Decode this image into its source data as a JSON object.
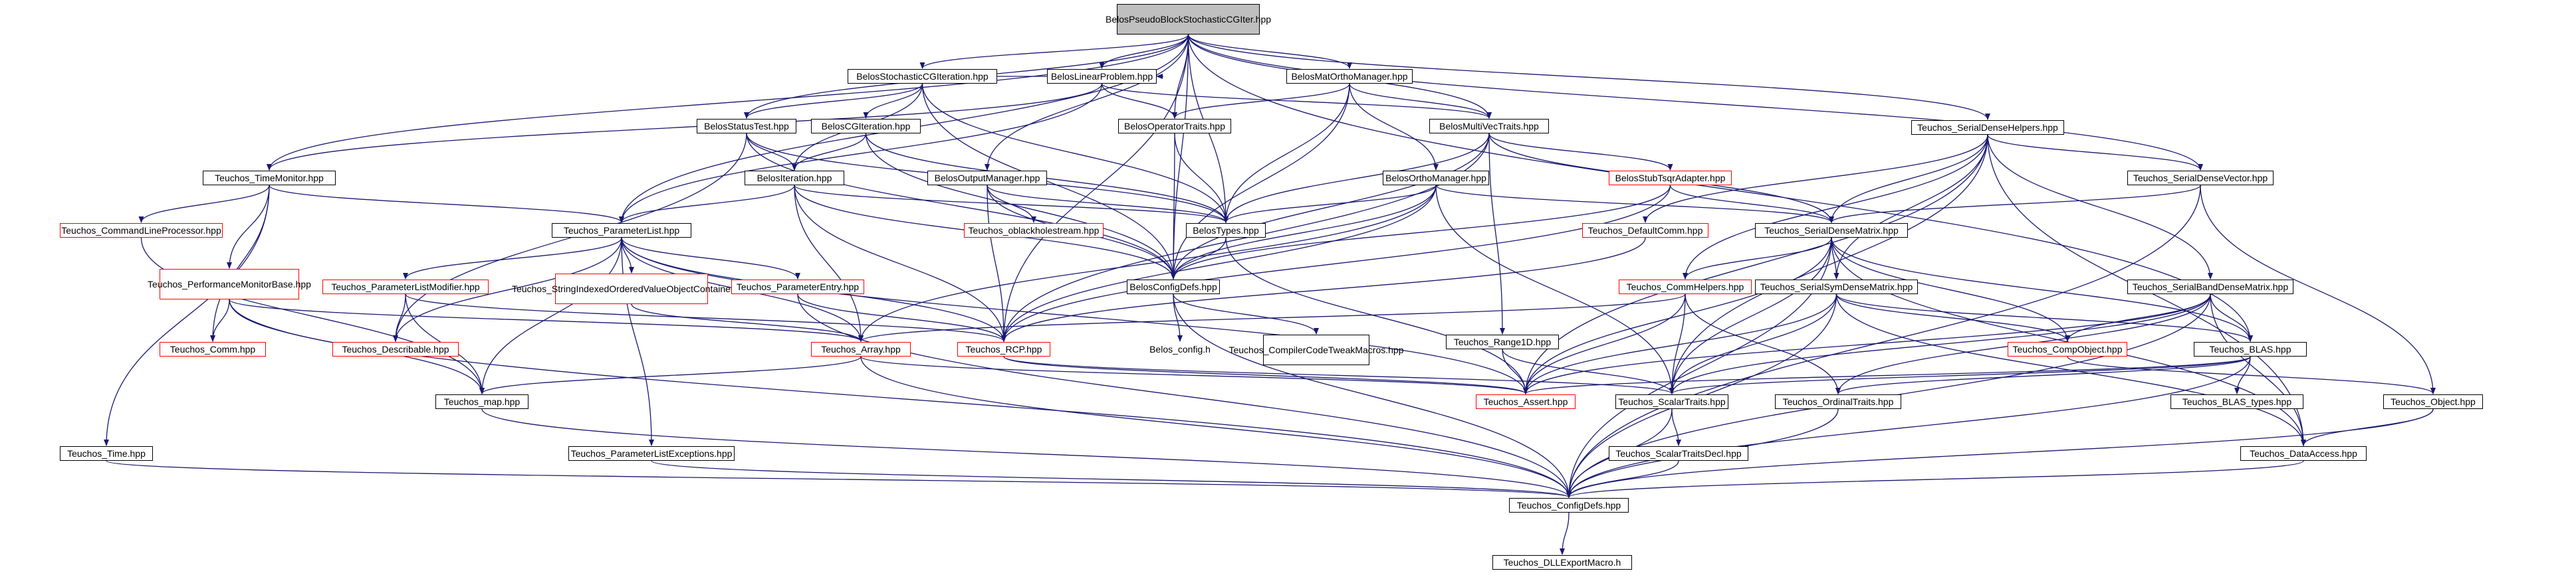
{
  "colors": {
    "edge": "#191970",
    "missing_border": "#ff0000",
    "root_fill": "#bfbfbf"
  },
  "nodes": [
    {
      "id": "root",
      "lines": [
        "BelosPseudoBlockStochastic",
        "CGIter.hpp"
      ]
    },
    {
      "id": "stochcg",
      "lines": [
        "BelosStochasticCGIteration.hpp"
      ]
    },
    {
      "id": "linprob",
      "lines": [
        "BelosLinearProblem.hpp"
      ]
    },
    {
      "id": "matortho",
      "lines": [
        "BelosMatOrthoManager.hpp"
      ]
    },
    {
      "id": "sdhelpers",
      "lines": [
        "Teuchos_SerialDenseHelpers.hpp"
      ]
    },
    {
      "id": "stattest",
      "lines": [
        "BelosStatusTest.hpp"
      ]
    },
    {
      "id": "cgiter",
      "lines": [
        "BelosCGIteration.hpp"
      ]
    },
    {
      "id": "opertraits",
      "lines": [
        "BelosOperatorTraits.hpp"
      ]
    },
    {
      "id": "multivec",
      "lines": [
        "BelosMultiVecTraits.hpp"
      ]
    },
    {
      "id": "timemon",
      "lines": [
        "Teuchos_TimeMonitor.hpp"
      ]
    },
    {
      "id": "outman",
      "lines": [
        "BelosOutputManager.hpp"
      ]
    },
    {
      "id": "iteration",
      "lines": [
        "BelosIteration.hpp"
      ]
    },
    {
      "id": "orthoman",
      "lines": [
        "BelosOrthoManager.hpp"
      ]
    },
    {
      "id": "stubtsqr",
      "lines": [
        "BelosStubTsqrAdapter.hpp"
      ]
    },
    {
      "id": "sdvector",
      "lines": [
        "Teuchos_SerialDenseVector.hpp"
      ]
    },
    {
      "id": "cmdline",
      "lines": [
        "Teuchos_CommandLineProcessor.hpp"
      ]
    },
    {
      "id": "blackhole",
      "lines": [
        "Teuchos_oblackholestream.hpp"
      ]
    },
    {
      "id": "belostypes",
      "lines": [
        "BelosTypes.hpp"
      ]
    },
    {
      "id": "defcomm",
      "lines": [
        "Teuchos_DefaultComm.hpp"
      ]
    },
    {
      "id": "sdmatrix",
      "lines": [
        "Teuchos_SerialDenseMatrix.hpp"
      ]
    },
    {
      "id": "paramlist",
      "lines": [
        "Teuchos_ParameterList.hpp"
      ]
    },
    {
      "id": "perfmon",
      "lines": [
        "Teuchos_PerformanceMonitor",
        "Base.hpp"
      ]
    },
    {
      "id": "plmod",
      "lines": [
        "Teuchos_ParameterListModifier.hpp"
      ]
    },
    {
      "id": "strindexed",
      "lines": [
        "Teuchos_StringIndexedOrdered",
        "ValueObjectContainer.hpp"
      ]
    },
    {
      "id": "paramentry",
      "lines": [
        "Teuchos_ParameterEntry.hpp"
      ]
    },
    {
      "id": "belosconfig",
      "lines": [
        "BelosConfigDefs.hpp"
      ]
    },
    {
      "id": "commhelpers",
      "lines": [
        "Teuchos_CommHelpers.hpp"
      ]
    },
    {
      "id": "symdense",
      "lines": [
        "Teuchos_SerialSymDenseMatrix.hpp"
      ]
    },
    {
      "id": "banddense",
      "lines": [
        "Teuchos_SerialBandDenseMatrix.hpp"
      ]
    },
    {
      "id": "comm",
      "lines": [
        "Teuchos_Comm.hpp"
      ]
    },
    {
      "id": "describable",
      "lines": [
        "Teuchos_Describable.hpp"
      ]
    },
    {
      "id": "array",
      "lines": [
        "Teuchos_Array.hpp"
      ]
    },
    {
      "id": "rcp",
      "lines": [
        "Teuchos_RCP.hpp"
      ]
    },
    {
      "id": "belosconfigh",
      "lines": [
        "Belos_config.h"
      ]
    },
    {
      "id": "compilertweak",
      "lines": [
        "Teuchos_CompilerCodeTweak",
        "Macros.hpp"
      ]
    },
    {
      "id": "range1d",
      "lines": [
        "Teuchos_Range1D.hpp"
      ]
    },
    {
      "id": "compobject",
      "lines": [
        "Teuchos_CompObject.hpp"
      ]
    },
    {
      "id": "blas",
      "lines": [
        "Teuchos_BLAS.hpp"
      ]
    },
    {
      "id": "map",
      "lines": [
        "Teuchos_map.hpp"
      ]
    },
    {
      "id": "asserthpp",
      "lines": [
        "Teuchos_Assert.hpp"
      ]
    },
    {
      "id": "scalartraits",
      "lines": [
        "Teuchos_ScalarTraits.hpp"
      ]
    },
    {
      "id": "ordinaltraits",
      "lines": [
        "Teuchos_OrdinalTraits.hpp"
      ]
    },
    {
      "id": "blastypes",
      "lines": [
        "Teuchos_BLAS_types.hpp"
      ]
    },
    {
      "id": "object",
      "lines": [
        "Teuchos_Object.hpp"
      ]
    },
    {
      "id": "time",
      "lines": [
        "Teuchos_Time.hpp"
      ]
    },
    {
      "id": "plexcept",
      "lines": [
        "Teuchos_ParameterListExceptions.hpp"
      ]
    },
    {
      "id": "scalardecl",
      "lines": [
        "Teuchos_ScalarTraitsDecl.hpp"
      ]
    },
    {
      "id": "dataaccess",
      "lines": [
        "Teuchos_DataAccess.hpp"
      ]
    },
    {
      "id": "configdefs",
      "lines": [
        "Teuchos_ConfigDefs.hpp"
      ]
    },
    {
      "id": "dllexport",
      "lines": [
        "Teuchos_DLLExportMacro.h"
      ]
    }
  ]
}
